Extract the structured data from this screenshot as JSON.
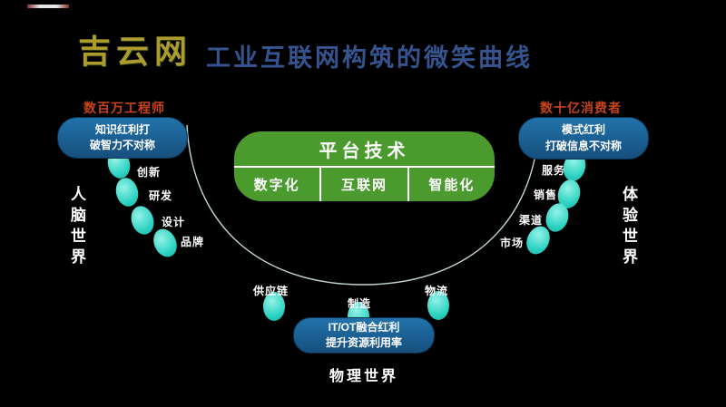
{
  "slide": {
    "logo_text": "吉云网",
    "title": "工业互联网构筑的微笑曲线"
  },
  "left_section": {
    "header": "数百万工程师",
    "benefit_box": {
      "line1": "知识红利打",
      "line2": "破智力不对称"
    },
    "world_label": "人脑世界",
    "nodes": [
      "创新",
      "研发",
      "设计",
      "品牌"
    ]
  },
  "right_section": {
    "header": "数十亿消费者",
    "benefit_box": {
      "line1": "模式红利",
      "line2": "打破信息不对称"
    },
    "world_label": "体验世界",
    "nodes": [
      "服务",
      "销售",
      "渠道",
      "市场"
    ]
  },
  "platform_box": {
    "title": "平台技术",
    "cells": [
      "数字化",
      "互联网",
      "智能化"
    ]
  },
  "bottom_section": {
    "nodes": [
      "供应链",
      "制造",
      "物流"
    ],
    "benefit_box": {
      "line1": "IT/OT融合红利",
      "line2": "提升资源利用率"
    },
    "world_label": "物理世界"
  },
  "colors": {
    "background": "#000000",
    "logo": "#ac9c2e",
    "title_blue": "#35548f",
    "header_red": "#c7431b",
    "benefit_blue": "#1d6398",
    "platform_green": "#4a9a2d",
    "node_teal": "#2ed3c3",
    "curve_line": "#d8eeee",
    "text": "#ffffff"
  }
}
